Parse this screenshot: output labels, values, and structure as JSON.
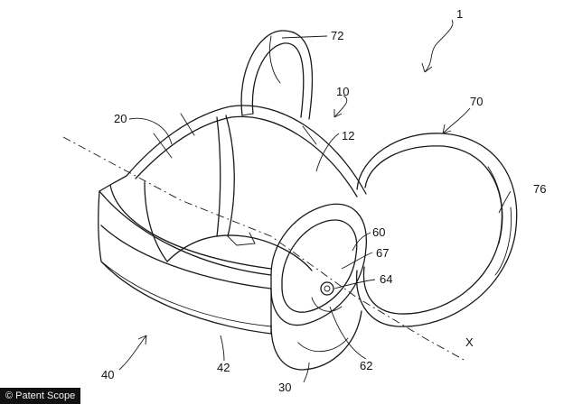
{
  "figure": {
    "reference_numerals": {
      "r1": "1",
      "r10": "10",
      "r12": "12",
      "r20": "20",
      "r30": "30",
      "r40": "40",
      "r42": "42",
      "r60": "60",
      "r62": "62",
      "r64": "64",
      "r67": "67",
      "r70": "70",
      "r72": "72",
      "r76": "76",
      "rX": "X"
    }
  },
  "watermark": {
    "text": "© Patent Scope"
  }
}
